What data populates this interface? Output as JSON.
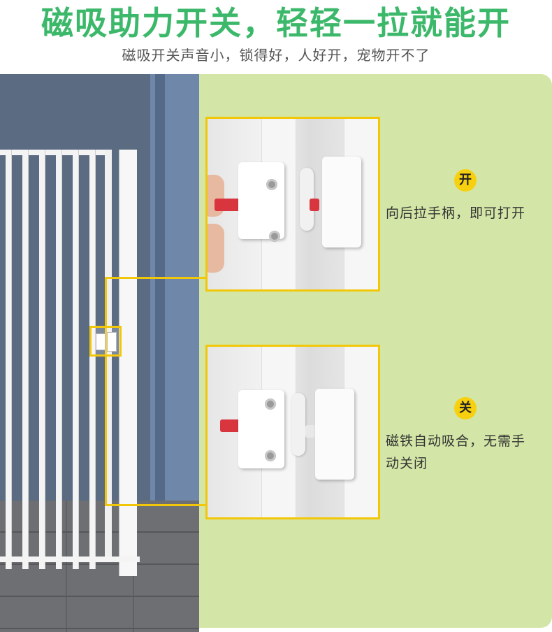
{
  "header": {
    "title": "磁吸助力开关，轻轻一拉就能开",
    "subtitle": "磁吸开关声音小，锁得好，人好开，宠物开不了"
  },
  "open_state": {
    "badge": "开",
    "description": "向后拉手柄，即可打开"
  },
  "close_state": {
    "badge": "关",
    "description_line1": "磁铁自动吸合，无需手",
    "description_line2": "动关闭"
  },
  "colors": {
    "title_green": "#3cb86a",
    "panel_green": "#d3e6a7",
    "highlight_yellow": "#f2c70a",
    "badge_yellow": "#f7d10f",
    "pin_red": "#d8353f"
  }
}
